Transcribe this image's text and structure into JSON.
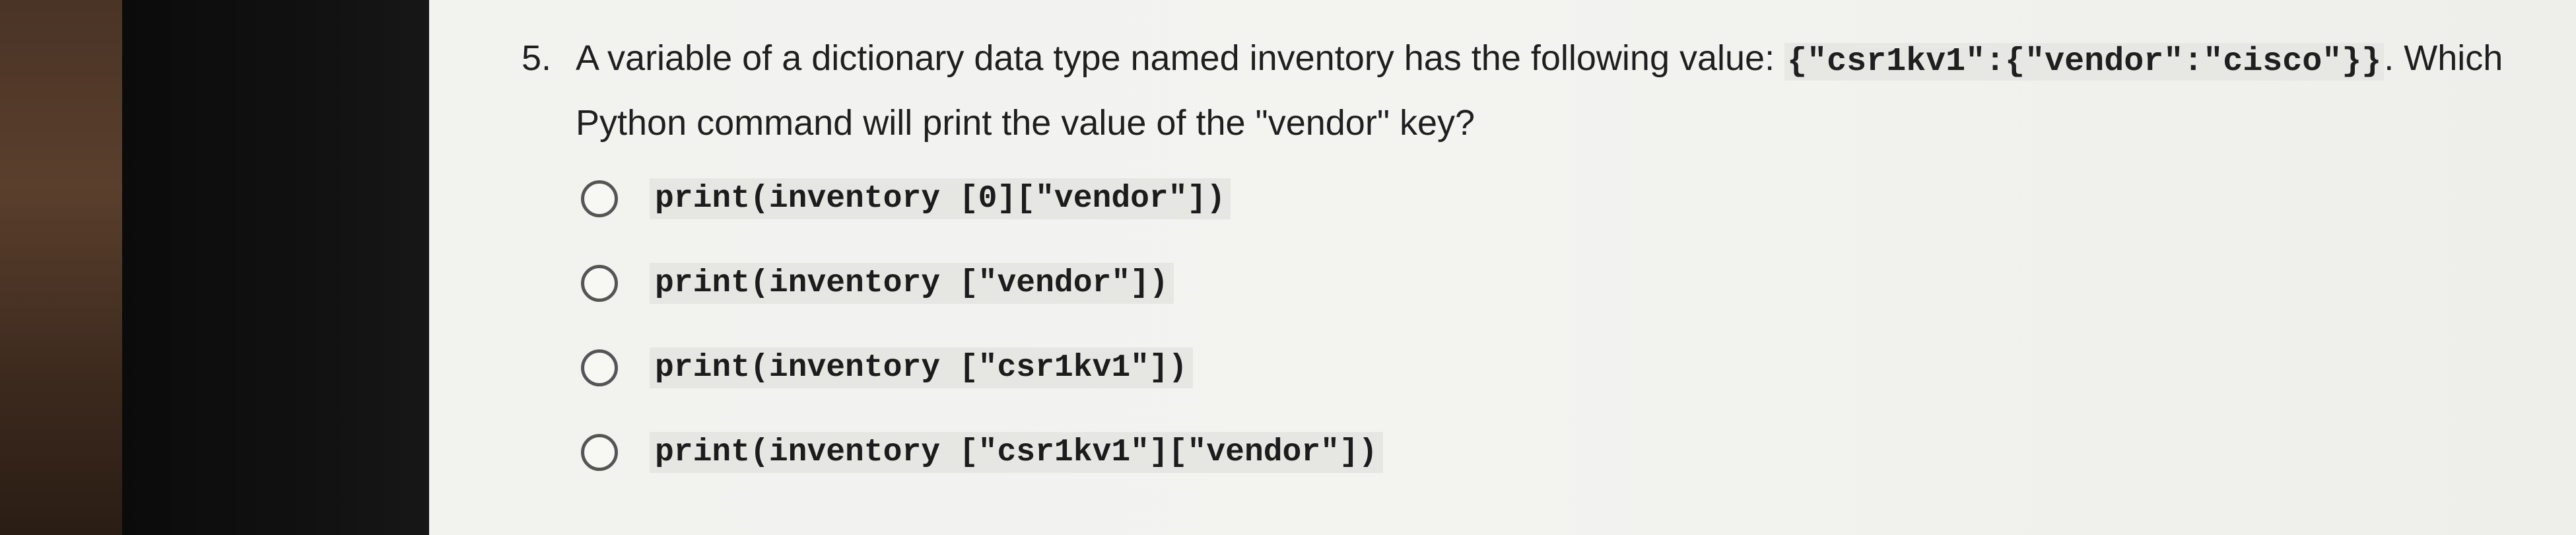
{
  "question": {
    "number": "5.",
    "text_before_code": "A variable of a dictionary data type named inventory has the following value: ",
    "code_value": "{\"csr1kv1\":{\"vendor\":\"cisco\"}}",
    "text_after_code": ". Which Python command will print the value of the \"vendor\" key?"
  },
  "options": [
    {
      "label": "print(inventory [0][\"vendor\"])"
    },
    {
      "label": "print(inventory [\"vendor\"])"
    },
    {
      "label": "print(inventory [\"csr1kv1\"])"
    },
    {
      "label": "print(inventory [\"csr1kv1\"][\"vendor\"])"
    }
  ]
}
